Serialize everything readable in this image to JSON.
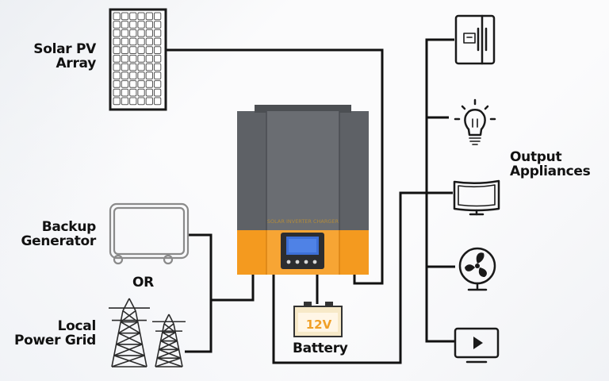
{
  "labels": {
    "solar_pv_line1": "Solar PV",
    "solar_pv_line2": "Array",
    "backup_line1": "Backup",
    "backup_line2": "Generator",
    "or": "OR",
    "grid_line1": "Local",
    "grid_line2": "Power Grid",
    "battery": "Battery",
    "battery_voltage": "12V",
    "output_line1": "Output",
    "output_line2": "Appliances",
    "inverter_brand": "SOLAR INVERTER CHARGER"
  },
  "colors": {
    "inverter_body": "#5e6166",
    "inverter_accent": "#f49a1f",
    "battery_body": "#f7e9c8",
    "battery_label": "#f0a028",
    "wire": "#111111"
  },
  "icons": [
    "solar-panel-icon",
    "generator-icon",
    "power-tower-icon",
    "battery-icon",
    "fridge-icon",
    "light-bulb-icon",
    "tv-icon",
    "fan-icon",
    "media-player-icon"
  ]
}
